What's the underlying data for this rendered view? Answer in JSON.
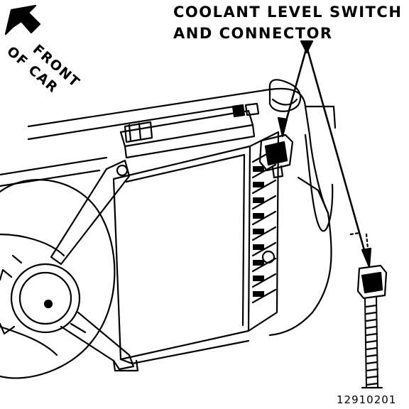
{
  "callout": {
    "line1": "COOLANT LEVEL SWITCH",
    "line2": "AND CONNECTOR"
  },
  "direction": {
    "line1": "FRONT",
    "line2": "OF CAR"
  },
  "figure_number": "12910201",
  "colors": {
    "ink": "#000000",
    "paper": "#ffffff"
  }
}
